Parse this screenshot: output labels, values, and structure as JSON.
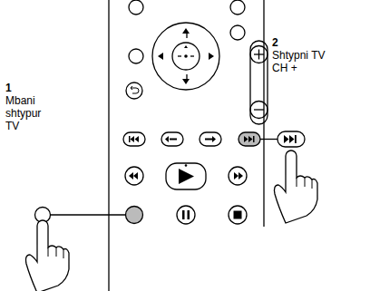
{
  "diagram": {
    "labels": [
      "1",
      "Mbani shtypur TV",
      "2",
      "Shtypni TV CH +"
    ]
  }
}
